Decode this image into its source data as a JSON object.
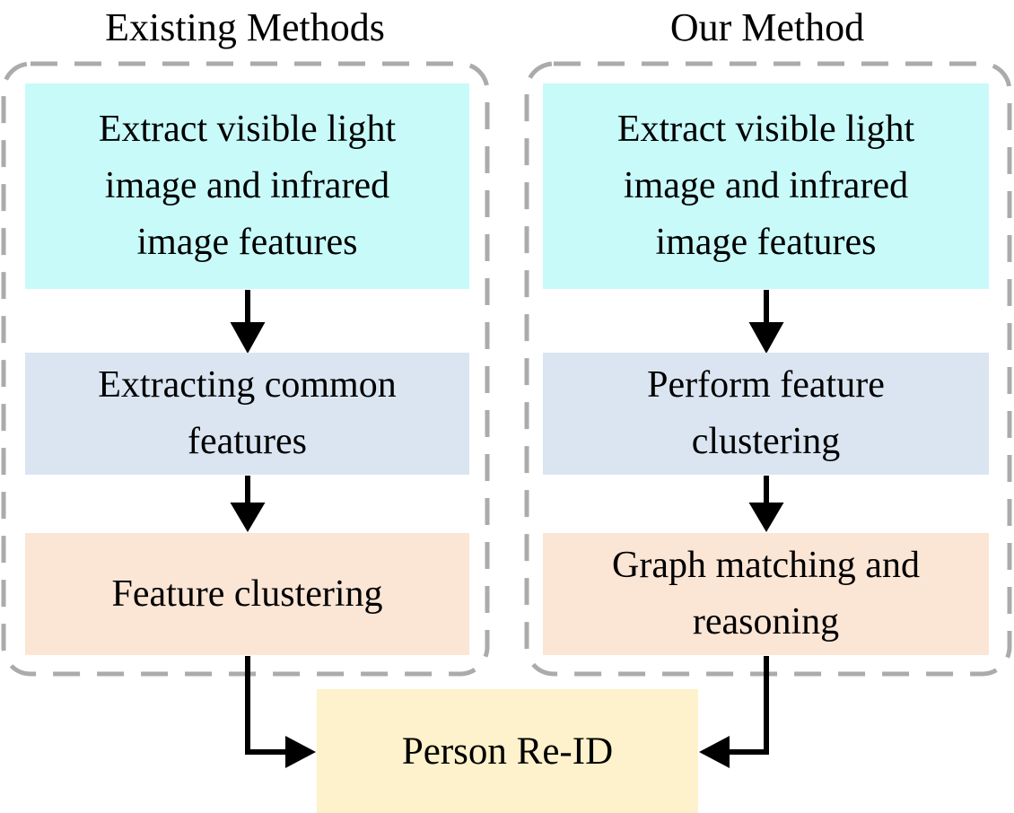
{
  "diagram": {
    "columns": [
      {
        "title": "Existing Methods",
        "boxes": [
          {
            "name": "extract-visible-infrared-features",
            "lines": [
              "Extract visible light",
              "image and infrared",
              "image features"
            ]
          },
          {
            "name": "extracting-common-features",
            "lines": [
              "Extracting common",
              "features"
            ]
          },
          {
            "name": "feature-clustering",
            "lines": [
              "Feature clustering"
            ]
          }
        ]
      },
      {
        "title": "Our Method",
        "boxes": [
          {
            "name": "extract-visible-infrared-features",
            "lines": [
              "Extract visible light",
              "image and infrared",
              "image features"
            ]
          },
          {
            "name": "perform-feature-clustering",
            "lines": [
              "Perform feature",
              "clustering"
            ]
          },
          {
            "name": "graph-matching-reasoning",
            "lines": [
              "Graph matching and",
              "reasoning"
            ]
          }
        ]
      }
    ],
    "result_box": {
      "label": "Person Re-ID"
    },
    "colors": {
      "step1_fill": "#C8FAFA",
      "step2_fill": "#DAE5F1",
      "step3_fill": "#FBE5D5",
      "result_fill": "#FDF2CB",
      "dashed_border": "#ABABAB",
      "arrow": "#000000",
      "text": "#000000"
    }
  }
}
